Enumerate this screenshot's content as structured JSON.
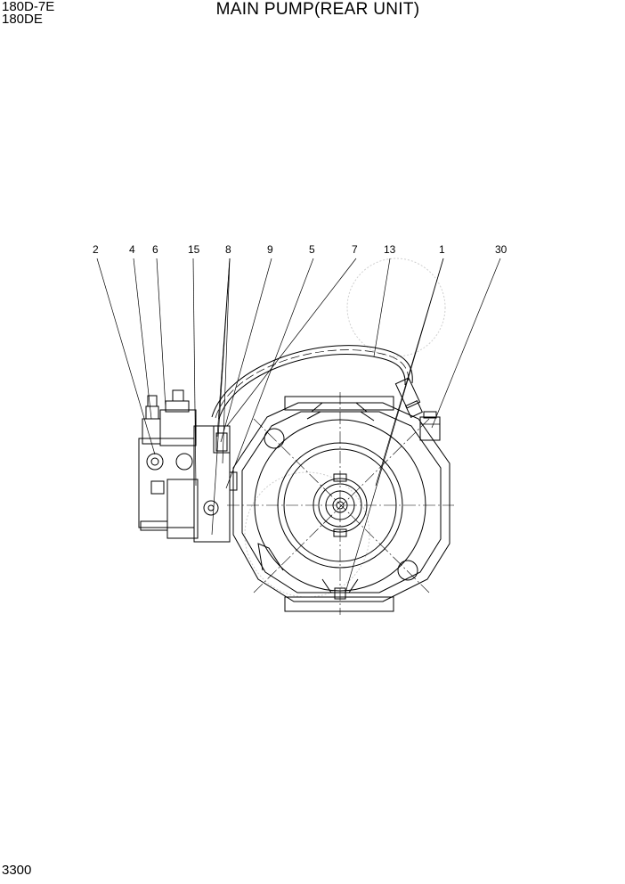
{
  "header": {
    "model_line1": "180D-7E",
    "model_line2": "180DE",
    "title": "MAIN PUMP(REAR UNIT)"
  },
  "footer": {
    "page_number": "3300"
  },
  "callouts": [
    "2",
    "4",
    "6",
    "15",
    "8",
    "9",
    "5",
    "7",
    "13",
    "1",
    "30"
  ]
}
